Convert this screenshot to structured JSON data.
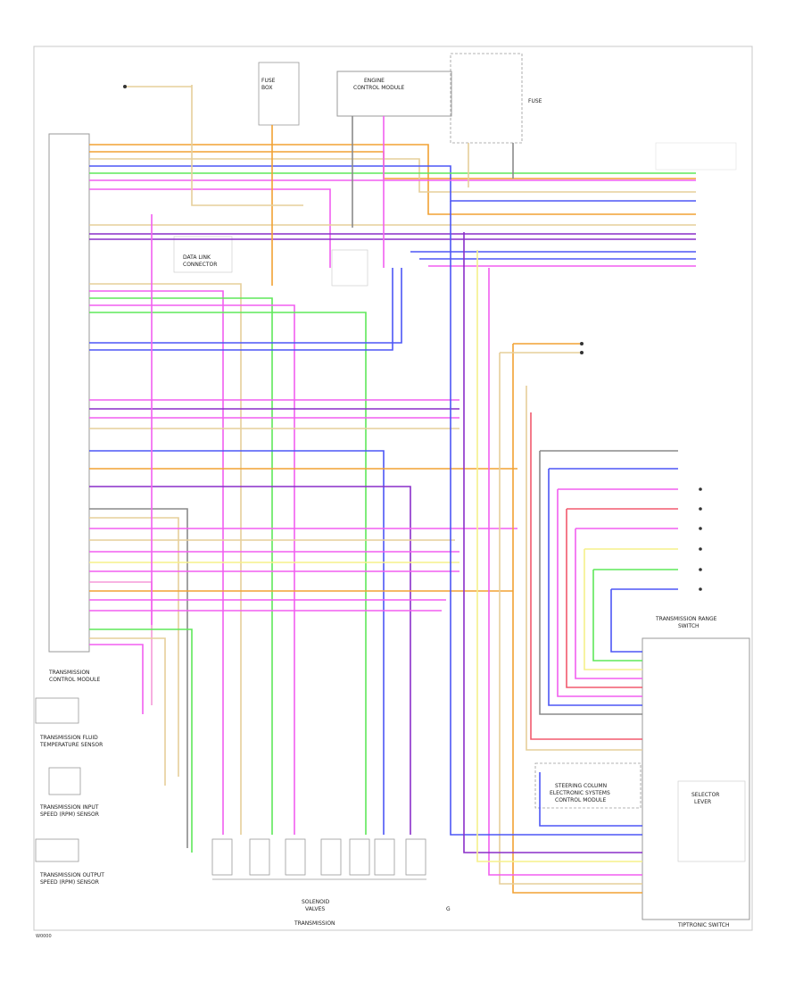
{
  "labels": {
    "tcm": [
      "TRANSMISSION",
      "CONTROL MODULE"
    ],
    "input_speed": [
      "TRANSMISSION FLUID",
      "TEMPERATURE SENSOR"
    ],
    "output_speed_a": [
      "TRANSMISSION INPUT",
      "SPEED (RPM) SENSOR"
    ],
    "output_speed_b": [
      "TRANSMISSION OUTPUT",
      "SPEED (RPM) SENSOR"
    ],
    "solenoids": [
      "SOLENOID",
      "VALVES"
    ],
    "transmission": "TRANSMISSION",
    "selector_module": [
      "SELECTOR",
      "LEVER"
    ],
    "park_lock": [
      "STEERING COLUMN",
      "ELECTRONIC SYSTEMS",
      "CONTROL MODULE"
    ],
    "range_switch": [
      "TRANSMISSION RANGE",
      "SWITCH"
    ],
    "tiptronic": "TIPTRONIC SWITCH",
    "dlc": [
      "DATA LINK",
      "CONNECTOR"
    ],
    "ecm": [
      "ENGINE",
      "CONTROL MODULE"
    ],
    "fuse_a": [
      "FUSE",
      "BOX"
    ],
    "fuse_b": "FUSE",
    "ground": "G",
    "page_code": "W0000"
  },
  "colors": {
    "orange": "#f2a233",
    "tan": "#e6cf9a",
    "magenta": "#f25ff0",
    "blue": "#4d57f5",
    "purple": "#8a2fc9",
    "green": "#5fe85a",
    "yellow": "#f5f08a",
    "red": "#f25a6e",
    "gray": "#8a8a8a",
    "pink": "#f59ad9"
  }
}
